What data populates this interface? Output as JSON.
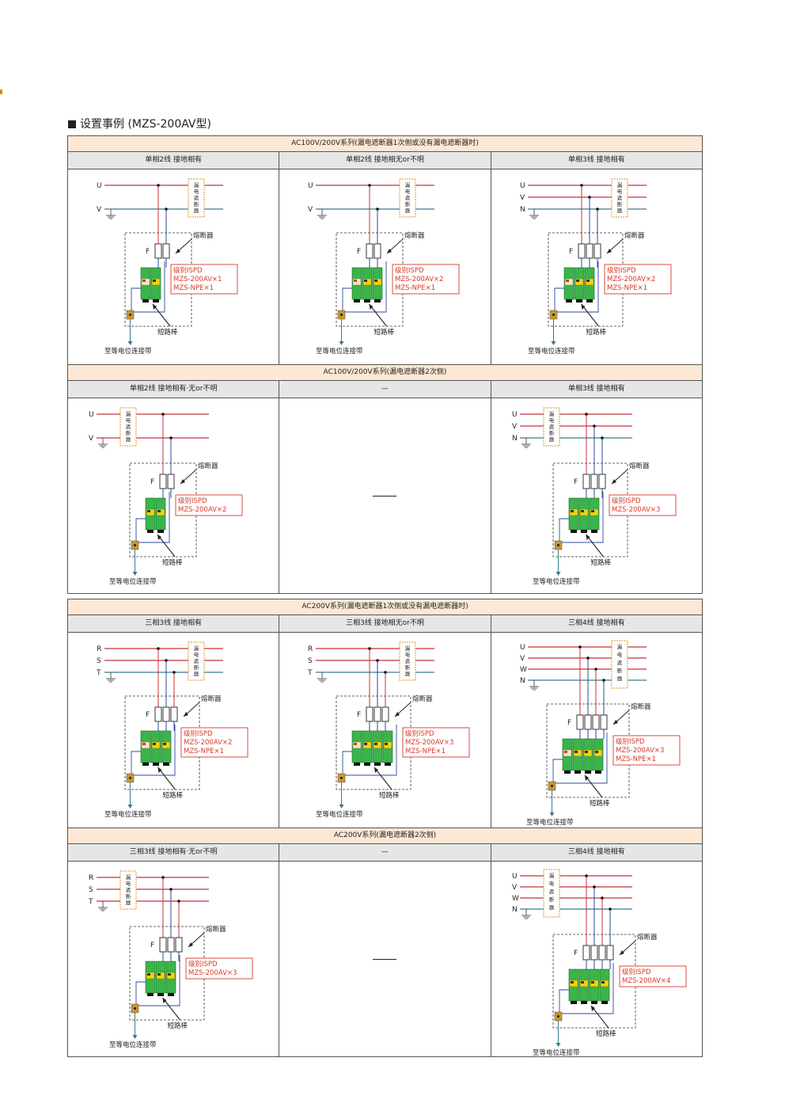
{
  "page_title": "设置事例 (MZS-200AV型)",
  "blocks": [
    {
      "sections": [
        {
          "banner": "AC100V/200V系列(漏电遮断器1次侧或没有漏电遮断器时)",
          "columns": [
            {
              "title": "单相2线 接地相有",
              "lines": [
                "U",
                "V"
              ],
              "breaker_before": false,
              "n_fuses": 2,
              "n_modules": 1,
              "npe": true,
              "specs": [
                "级别ISPD",
                "MZS-200AV×1",
                "MZS-NPE×1"
              ]
            },
            {
              "title": "单相2线 接地相无or不明",
              "lines": [
                "U",
                "V"
              ],
              "breaker_before": false,
              "n_fuses": 2,
              "n_modules": 2,
              "npe": true,
              "specs": [
                "级别ISPD",
                "MZS-200AV×2",
                "MZS-NPE×1"
              ]
            },
            {
              "title": "单相3线 接地相有",
              "lines": [
                "U",
                "V",
                "N"
              ],
              "breaker_before": false,
              "n_fuses": 3,
              "n_modules": 2,
              "npe": true,
              "specs": [
                "级别ISPD",
                "MZS-200AV×2",
                "MZS-NPE×1"
              ]
            }
          ]
        },
        {
          "banner": "AC100V/200V系列(漏电遮断器2次侧)",
          "columns": [
            {
              "title": "单相2线 接地相有·无or不明",
              "lines": [
                "U",
                "V"
              ],
              "breaker_before": true,
              "n_fuses": 2,
              "n_modules": 2,
              "npe": false,
              "specs": [
                "级别ISPD",
                "MZS-200AV×2"
              ]
            },
            {
              "title": "—",
              "empty": true
            },
            {
              "title": "单相3线 接地相有",
              "lines": [
                "U",
                "V",
                "N"
              ],
              "breaker_before": true,
              "n_fuses": 3,
              "n_modules": 3,
              "npe": false,
              "specs": [
                "级别ISPD",
                "MZS-200AV×3"
              ]
            }
          ]
        }
      ]
    },
    {
      "sections": [
        {
          "banner": "AC200V系列(漏电遮断器1次侧或没有漏电遮断器时)",
          "columns": [
            {
              "title": "三相3线 接地相有",
              "lines": [
                "R",
                "S",
                "T"
              ],
              "breaker_before": false,
              "n_fuses": 3,
              "n_modules": 2,
              "npe": true,
              "specs": [
                "级别ISPD",
                "MZS-200AV×2",
                "MZS-NPE×1"
              ]
            },
            {
              "title": "三相3线 接地相无or不明",
              "lines": [
                "R",
                "S",
                "T"
              ],
              "breaker_before": false,
              "n_fuses": 3,
              "n_modules": 3,
              "npe": true,
              "specs": [
                "级别ISPD",
                "MZS-200AV×3",
                "MZS-NPE×1"
              ]
            },
            {
              "title": "三相4线 接地相有",
              "lines": [
                "U",
                "V",
                "W",
                "N"
              ],
              "breaker_before": false,
              "n_fuses": 4,
              "n_modules": 3,
              "npe": true,
              "specs": [
                "级别ISPD",
                "MZS-200AV×3",
                "MZS-NPE×1"
              ]
            }
          ]
        },
        {
          "banner": "AC200V系列(漏电遮断器2次侧)",
          "columns": [
            {
              "title": "三相3线 接地相有·无or不明",
              "lines": [
                "R",
                "S",
                "T"
              ],
              "breaker_before": true,
              "n_fuses": 3,
              "n_modules": 3,
              "npe": false,
              "specs": [
                "级别ISPD",
                "MZS-200AV×3"
              ]
            },
            {
              "title": "—",
              "empty": true
            },
            {
              "title": "三相4线 接地相有",
              "lines": [
                "U",
                "V",
                "W",
                "N"
              ],
              "breaker_before": true,
              "n_fuses": 4,
              "n_modules": 4,
              "npe": false,
              "specs": [
                "级别ISPD",
                "MZS-200AV×4"
              ]
            }
          ]
        }
      ]
    }
  ],
  "labels": {
    "breaker": "漏电遮断器",
    "fuse": "熔断器",
    "fuse_letter": "F",
    "short_bar": "短路棒",
    "bonding": "至等电位连接带",
    "empty_dash": "—"
  },
  "colors": {
    "banner_bg": "#fce8d4",
    "header_bg": "#e6e6e6",
    "line_live": "#c8323c",
    "line_neutral": "#3a7a8c",
    "wire_blue": "#2b4aa0",
    "module_green": "#39b54a",
    "module_yellow": "#f2d20a",
    "breaker_border": "#d69a2e",
    "spec_text": "#d43b2a",
    "terminal_bg": "#c8962e"
  }
}
